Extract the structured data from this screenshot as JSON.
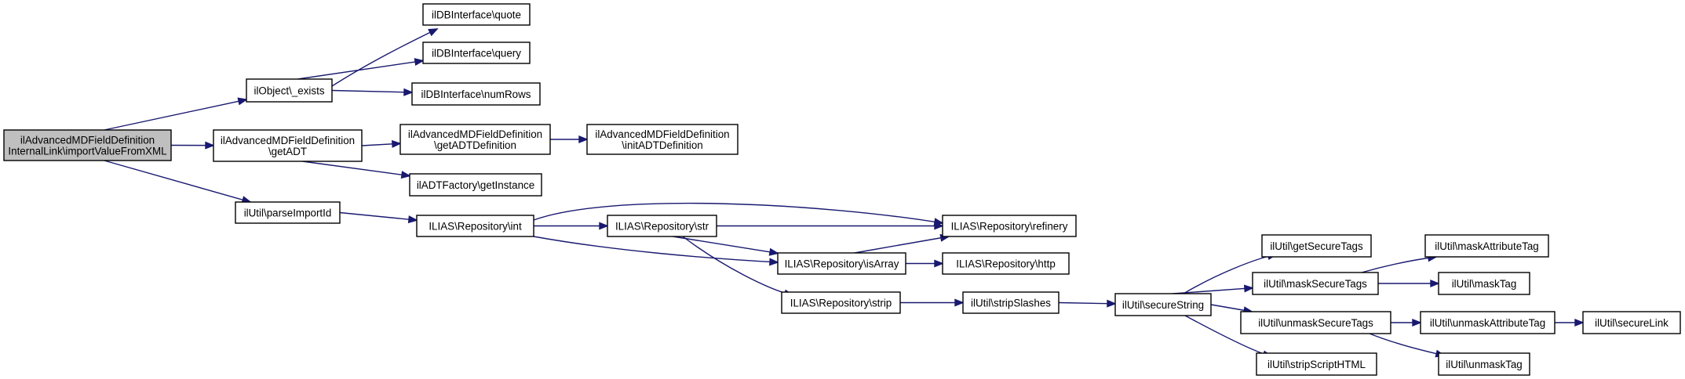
{
  "colors": {
    "edge": "#191970",
    "root_fill": "#bfbfbf",
    "node_fill": "#ffffff",
    "node_border": "#000000"
  },
  "nodes": [
    {
      "id": "root",
      "lines": [
        "ilAdvancedMDFieldDefinition",
        "InternalLink\\importValueFromXML"
      ],
      "highlighted": true
    },
    {
      "id": "exists",
      "lines": [
        "ilObject\\_exists"
      ]
    },
    {
      "id": "getadt",
      "lines": [
        "ilAdvancedMDFieldDefinition",
        "\\getADT"
      ]
    },
    {
      "id": "parseimportid",
      "lines": [
        "ilUtil\\parseImportId"
      ]
    },
    {
      "id": "quote",
      "lines": [
        "ilDBInterface\\quote"
      ]
    },
    {
      "id": "query",
      "lines": [
        "ilDBInterface\\query"
      ]
    },
    {
      "id": "numrows",
      "lines": [
        "ilDBInterface\\numRows"
      ]
    },
    {
      "id": "getadtdef",
      "lines": [
        "ilAdvancedMDFieldDefinition",
        "\\getADTDefinition"
      ]
    },
    {
      "id": "getinstance",
      "lines": [
        "ilADTFactory\\getInstance"
      ]
    },
    {
      "id": "initadtdef",
      "lines": [
        "ilAdvancedMDFieldDefinition",
        "\\initADTDefinition"
      ]
    },
    {
      "id": "repo_int",
      "lines": [
        "ILIAS\\Repository\\int"
      ]
    },
    {
      "id": "repo_str",
      "lines": [
        "ILIAS\\Repository\\str"
      ]
    },
    {
      "id": "repo_refinery",
      "lines": [
        "ILIAS\\Repository\\refinery"
      ]
    },
    {
      "id": "repo_isarray",
      "lines": [
        "ILIAS\\Repository\\isArray"
      ]
    },
    {
      "id": "repo_http",
      "lines": [
        "ILIAS\\Repository\\http"
      ]
    },
    {
      "id": "repo_strip",
      "lines": [
        "ILIAS\\Repository\\strip"
      ]
    },
    {
      "id": "stripslashes",
      "lines": [
        "ilUtil\\stripSlashes"
      ]
    },
    {
      "id": "securestring",
      "lines": [
        "ilUtil\\secureString"
      ]
    },
    {
      "id": "getsecuretags",
      "lines": [
        "ilUtil\\getSecureTags"
      ]
    },
    {
      "id": "masksecuretags",
      "lines": [
        "ilUtil\\maskSecureTags"
      ]
    },
    {
      "id": "unmasksecuretags",
      "lines": [
        "ilUtil\\unmaskSecureTags"
      ]
    },
    {
      "id": "stripscripthtml",
      "lines": [
        "ilUtil\\stripScriptHTML"
      ]
    },
    {
      "id": "maskattributetag",
      "lines": [
        "ilUtil\\maskAttributeTag"
      ]
    },
    {
      "id": "masktag",
      "lines": [
        "ilUtil\\maskTag"
      ]
    },
    {
      "id": "unmaskattributetag",
      "lines": [
        "ilUtil\\unmaskAttributeTag"
      ]
    },
    {
      "id": "unmasktag",
      "lines": [
        "ilUtil\\unmaskTag"
      ]
    },
    {
      "id": "securelink",
      "lines": [
        "ilUtil\\secureLink"
      ]
    }
  ],
  "edges": [
    {
      "from": "root",
      "to": "exists"
    },
    {
      "from": "root",
      "to": "getadt"
    },
    {
      "from": "root",
      "to": "parseimportid"
    },
    {
      "from": "exists",
      "to": "quote"
    },
    {
      "from": "exists",
      "to": "query"
    },
    {
      "from": "exists",
      "to": "numrows"
    },
    {
      "from": "getadt",
      "to": "getadtdef"
    },
    {
      "from": "getadt",
      "to": "getinstance"
    },
    {
      "from": "getadtdef",
      "to": "initadtdef"
    },
    {
      "from": "parseimportid",
      "to": "repo_int"
    },
    {
      "from": "repo_int",
      "to": "repo_str"
    },
    {
      "from": "repo_int",
      "to": "repo_refinery"
    },
    {
      "from": "repo_int",
      "to": "repo_isarray"
    },
    {
      "from": "repo_str",
      "to": "repo_refinery"
    },
    {
      "from": "repo_str",
      "to": "repo_isarray"
    },
    {
      "from": "repo_str",
      "to": "repo_strip"
    },
    {
      "from": "repo_isarray",
      "to": "repo_refinery"
    },
    {
      "from": "repo_isarray",
      "to": "repo_http"
    },
    {
      "from": "repo_strip",
      "to": "stripslashes"
    },
    {
      "from": "stripslashes",
      "to": "securestring"
    },
    {
      "from": "securestring",
      "to": "getsecuretags"
    },
    {
      "from": "securestring",
      "to": "masksecuretags"
    },
    {
      "from": "securestring",
      "to": "unmasksecuretags"
    },
    {
      "from": "securestring",
      "to": "stripscripthtml"
    },
    {
      "from": "masksecuretags",
      "to": "maskattributetag"
    },
    {
      "from": "masksecuretags",
      "to": "masktag"
    },
    {
      "from": "unmasksecuretags",
      "to": "unmaskattributetag"
    },
    {
      "from": "unmasksecuretags",
      "to": "unmasktag"
    },
    {
      "from": "unmaskattributetag",
      "to": "securelink"
    }
  ]
}
